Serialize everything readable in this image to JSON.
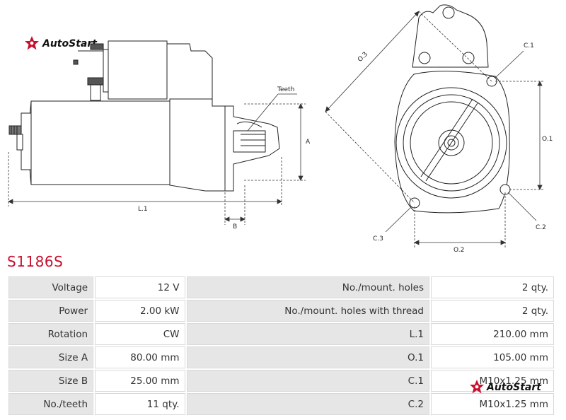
{
  "brand": {
    "name": "AutoStart",
    "color": "#c8102e"
  },
  "part_number": "S1186S",
  "drawing_labels": {
    "teeth": "Teeth",
    "a": "A",
    "b": "B",
    "l1": "L.1",
    "o1": "O.1",
    "o2": "O.2",
    "o3": "O.3",
    "c1": "C.1",
    "c2": "C.2",
    "c3": "C.3"
  },
  "specs": {
    "rows": [
      {
        "label1": "Voltage",
        "value1": "12 V",
        "label2": "No./mount. holes",
        "value2": "2 qty."
      },
      {
        "label1": "Power",
        "value1": "2.00 kW",
        "label2": "No./mount. holes with thread",
        "value2": "2 qty."
      },
      {
        "label1": "Rotation",
        "value1": "CW",
        "label2": "L.1",
        "value2": "210.00 mm"
      },
      {
        "label1": "Size A",
        "value1": "80.00 mm",
        "label2": "O.1",
        "value2": "105.00 mm"
      },
      {
        "label1": "Size B",
        "value1": "25.00 mm",
        "label2": "C.1",
        "value2": "M10x1.25 mm"
      },
      {
        "label1": "No./teeth",
        "value1": "11 qty.",
        "label2": "C.2",
        "value2": "M10x1.25 mm"
      }
    ]
  }
}
